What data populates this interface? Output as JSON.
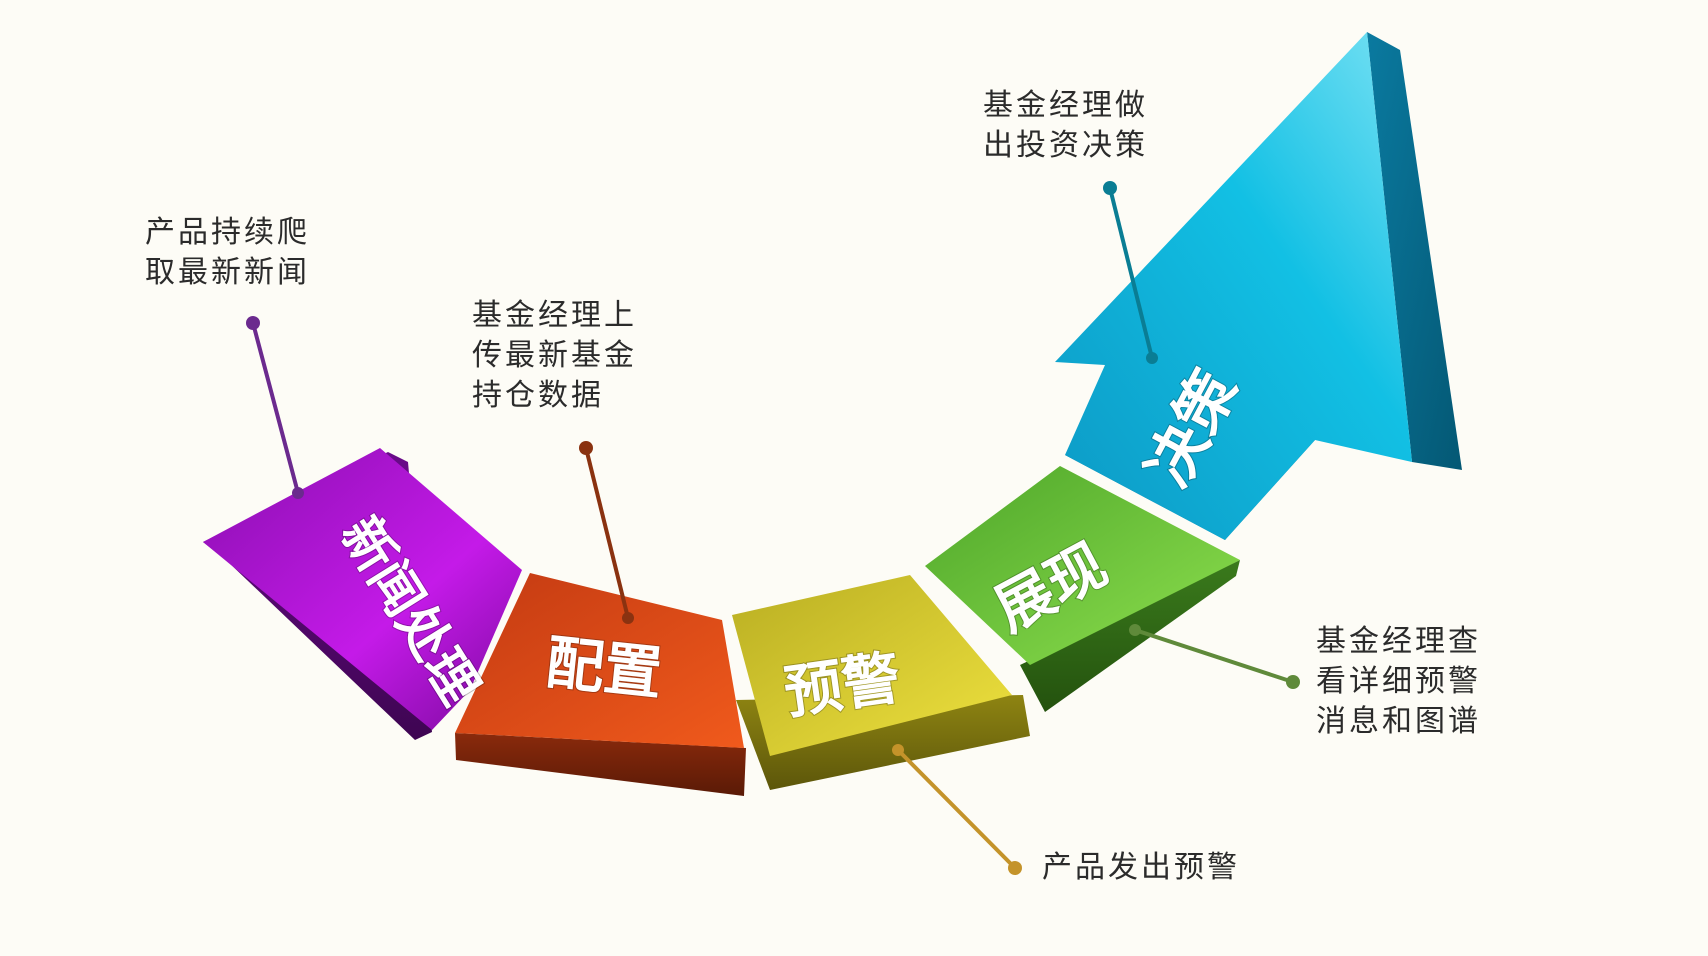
{
  "stages": [
    {
      "key": "news",
      "label": "新闻处理",
      "color": "#b10fd6",
      "annotation": "产品持续爬\n取最新新闻"
    },
    {
      "key": "config",
      "label": "配置",
      "color": "#d84a17",
      "annotation": "基金经理上\n传最新基金\n持仓数据"
    },
    {
      "key": "alert",
      "label": "预警",
      "color": "#d7c52c",
      "annotation": "产品发出预警"
    },
    {
      "key": "display",
      "label": "展现",
      "color": "#6cc13a",
      "annotation": "基金经理查\n看详细预警\n消息和图谱"
    },
    {
      "key": "decision",
      "label": "决策",
      "color": "#1fb6dc",
      "annotation": "基金经理做\n出投资决策"
    }
  ]
}
